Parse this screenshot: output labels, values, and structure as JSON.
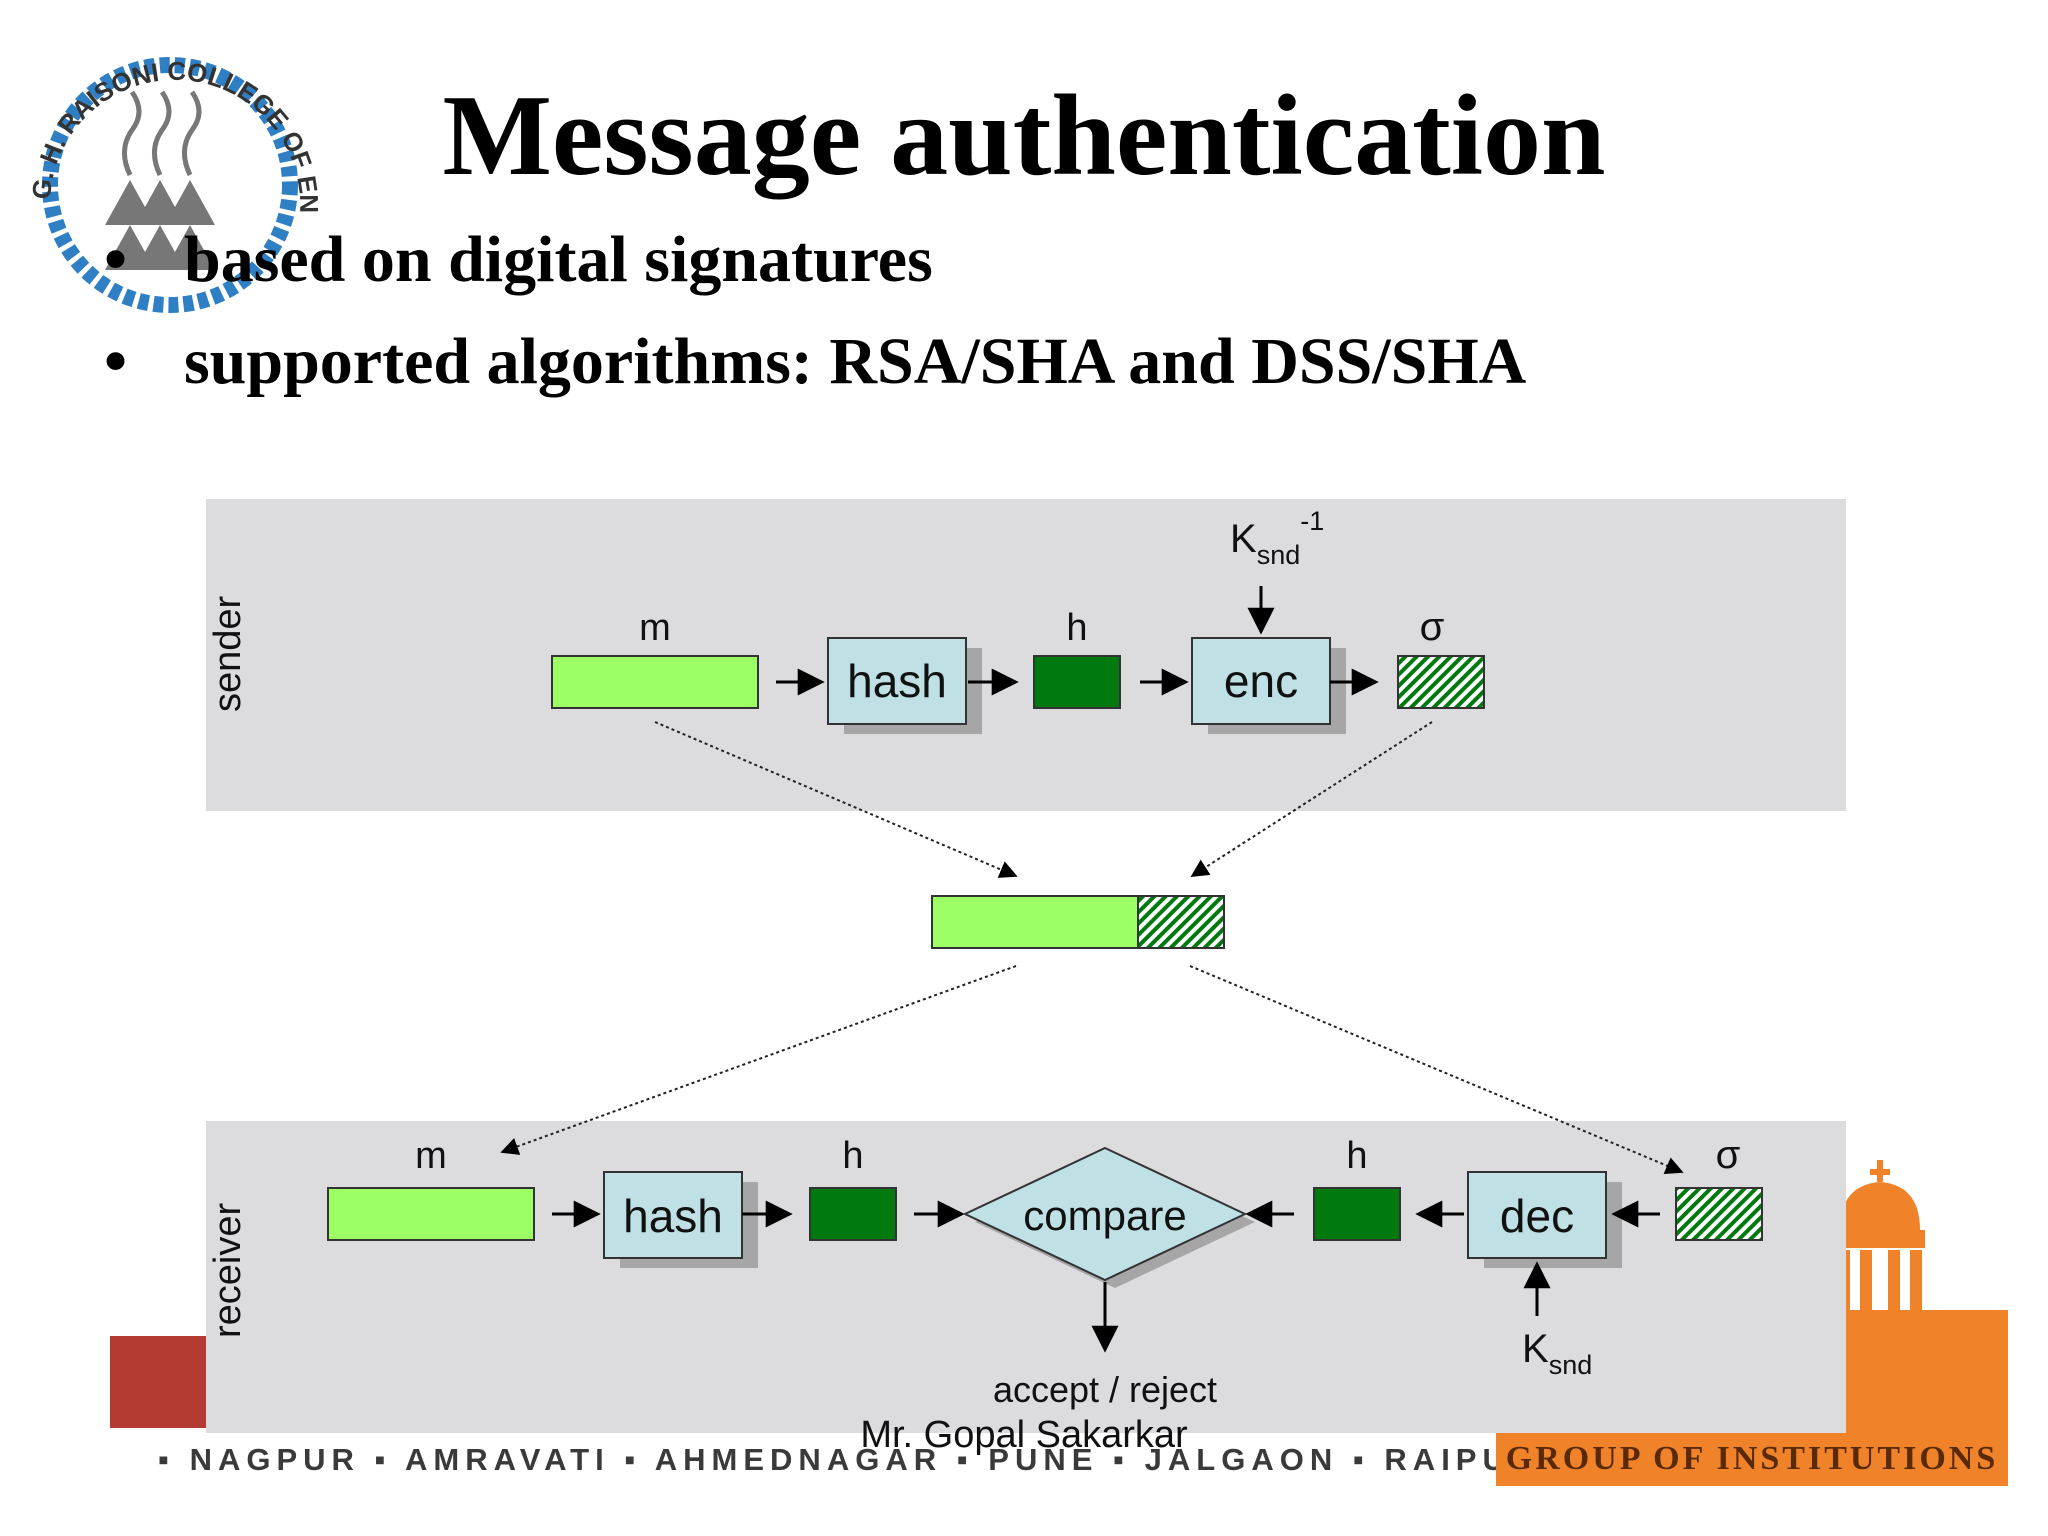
{
  "slide": {
    "title": "Message authentication",
    "bullets": [
      "based on digital signatures",
      "supported algorithms: RSA/SHA and DSS/SHA"
    ],
    "author": "Mr. Gopal Sakarkar"
  },
  "logo": {
    "college_ring_text": "G. H. RAISONI COLLEGE OF ENGINEERING",
    "group_name": "GROUP OF INSTITUTIONS",
    "brand_fragment": "RAISONI",
    "cities": "▪ NAGPUR ▪ AMRAVATI ▪ AHMEDNAGAR ▪ PUNE ▪ JALGAON ▪ RAIPUR ▪"
  },
  "diagram": {
    "sender": {
      "lane_label": "sender",
      "message_label": "m",
      "hash_label": "hash",
      "digest_label": "h",
      "enc_label": "enc",
      "key_base": "K",
      "key_sub": "snd",
      "key_sup": "-1",
      "signature_label": "σ"
    },
    "receiver": {
      "lane_label": "receiver",
      "message_label": "m",
      "hash_label": "hash",
      "digest_label_left": "h",
      "compare_label": "compare",
      "digest_label_right": "h",
      "dec_label": "dec",
      "key_base": "K",
      "key_sub": "snd",
      "signature_label": "σ",
      "result_label": "accept / reject"
    }
  },
  "colors": {
    "lane_bg": "#dcdcdf",
    "message": "#9cff66",
    "digest": "#007a0e",
    "process_box": "#bfe0e4",
    "shadow": "#a6a6a6"
  }
}
